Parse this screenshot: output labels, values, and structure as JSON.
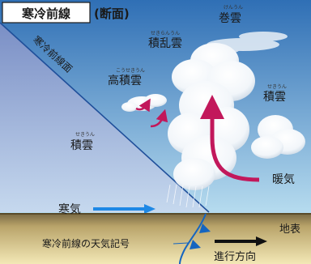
{
  "title": {
    "boxed": "寒冷前線",
    "suffix": "(断面)"
  },
  "labels": {
    "front_plane": "寒冷前線面",
    "cirrus": {
      "text": "巻雲",
      "furigana": "けんうん"
    },
    "cumulonimbus": {
      "text": "積乱雲",
      "furigana": "せきらんうん"
    },
    "altocumulus": {
      "text": "高積雲",
      "furigana": "こうせきうん"
    },
    "cumulus_right": {
      "text": "積雲",
      "furigana": "せきうん"
    },
    "cumulus_left": {
      "text": "積雲",
      "furigana": "せきうん"
    },
    "warm_air": "暖気",
    "cold_air": "寒気",
    "ground": "地表",
    "front_symbol": "寒冷前線の天気記号",
    "direction": "進行方向"
  },
  "colors": {
    "sky_top": "#2f6fb5",
    "sky_bottom": "#b7dcef",
    "cold_air_top": "#7f90c6",
    "cold_air_bottom": "#c7d8ee",
    "front_line": "#1f4f9a",
    "warm_arrow": "#c2185b",
    "cold_arrow": "#1e88e5",
    "ground_top": "#7a6a45",
    "ground_bottom": "#f3e8b6",
    "front_symbol": "#1565c0"
  }
}
